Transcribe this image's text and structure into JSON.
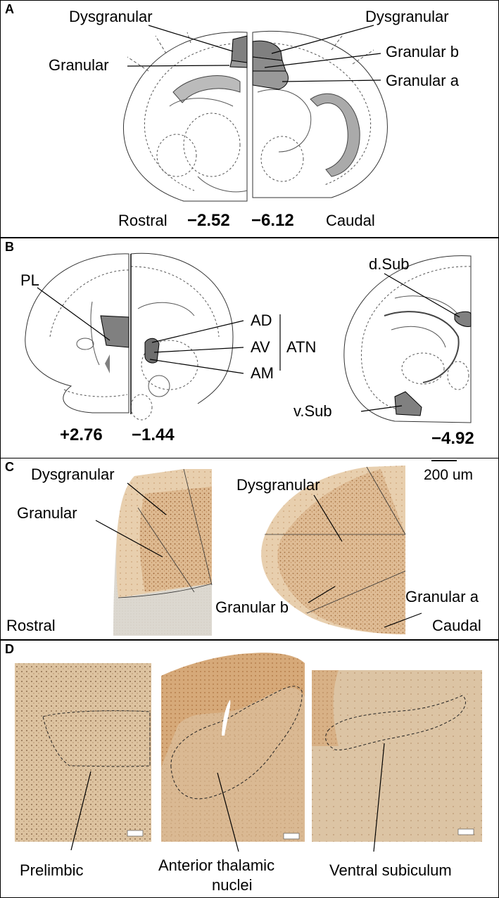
{
  "panels": {
    "a": {
      "letter": "A",
      "labels": {
        "dysgranular_left": "Dysgranular",
        "granular_left": "Granular",
        "dysgranular_right": "Dysgranular",
        "granular_b": "Granular b",
        "granular_a": "Granular a",
        "rostral": "Rostral",
        "caudal": "Caudal",
        "coord_rostral": "−2.52",
        "coord_caudal": "−6.12"
      }
    },
    "b": {
      "letter": "B",
      "labels": {
        "pl": "PL",
        "ad": "AD",
        "av": "AV",
        "am": "AM",
        "atn": "ATN",
        "dsub": "d.Sub",
        "vsub": "v.Sub",
        "coord1": "+2.76",
        "coord2": "−1.44",
        "coord3": "−4.92"
      }
    },
    "c": {
      "letter": "C",
      "labels": {
        "dysgranular_left": "Dysgranular",
        "granular_left": "Granular",
        "dysgranular_right": "Dysgranular",
        "granular_b": "Granular b",
        "granular_a": "Granular a",
        "scalebar": "200 um",
        "rostral": "Rostral",
        "caudal": "Caudal"
      }
    },
    "d": {
      "letter": "D",
      "labels": {
        "prelimbic": "Prelimbic",
        "atn_line1": "Anterior thalamic",
        "atn_line2": "nuclei",
        "ventral_subiculum": "Ventral subiculum"
      }
    }
  },
  "colors": {
    "highlight_region": "#808080",
    "tissue_stain": "#d9b287",
    "tissue_light": "#ecd6b6"
  }
}
